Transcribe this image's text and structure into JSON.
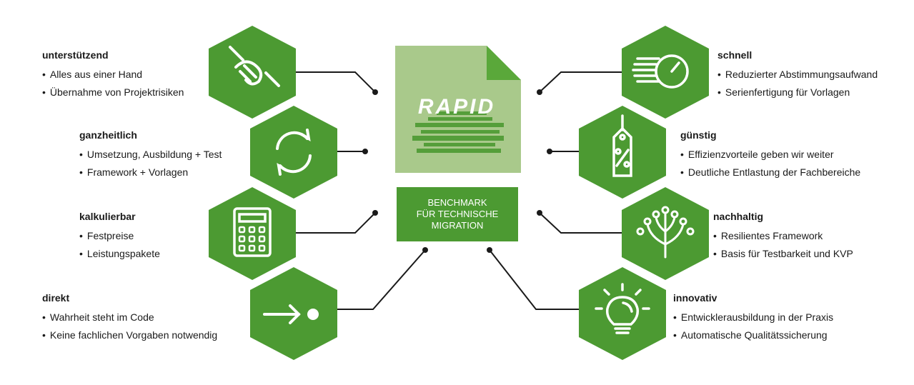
{
  "colors": {
    "hex_fill": "#4c9a32",
    "doc_fill": "#a9c98b",
    "doc_fold": "#5aa83a",
    "box_fill": "#4c9a32",
    "line": "#1a1a1a"
  },
  "center": {
    "logo_text": "RAPID",
    "benchmark_box": "BENCHMARK\nFÜR TECHNISCHE\nMIGRATION"
  },
  "features": {
    "left": [
      {
        "title": "unterstützend",
        "icon": "handshake-icon",
        "bullets": [
          "Alles aus einer Hand",
          "Übernahme von Projektrisiken"
        ]
      },
      {
        "title": "ganzheitlich",
        "icon": "refresh-arrows-icon",
        "bullets": [
          "Umsetzung, Ausbildung + Test",
          "Framework + Vorlagen"
        ]
      },
      {
        "title": "kalkulierbar",
        "icon": "calculator-icon",
        "bullets": [
          "Festpreise",
          "Leistungspakete"
        ]
      },
      {
        "title": "direkt",
        "icon": "arrow-to-target-icon",
        "bullets": [
          "Wahrheit steht im Code",
          "Keine fachlichen Vorgaben notwendig"
        ]
      }
    ],
    "right": [
      {
        "title": "schnell",
        "icon": "speedometer-icon",
        "bullets": [
          "Reduzierter Abstimmungsaufwand",
          "Serienfertigung für Vorlagen"
        ]
      },
      {
        "title": "günstig",
        "icon": "price-tag-percent-icon",
        "bullets": [
          "Effizienzvorteile geben wir weiter",
          "Deutliche Entlastung der Fachbereiche"
        ]
      },
      {
        "title": "nachhaltig",
        "icon": "tree-network-icon",
        "bullets": [
          "Resilientes Framework",
          "Basis für Testbarkeit und KVP"
        ]
      },
      {
        "title": "innovativ",
        "icon": "light-bulb-icon",
        "bullets": [
          "Entwicklerausbildung in der Praxis",
          "Automatische Qualitätssicherung"
        ]
      }
    ]
  }
}
